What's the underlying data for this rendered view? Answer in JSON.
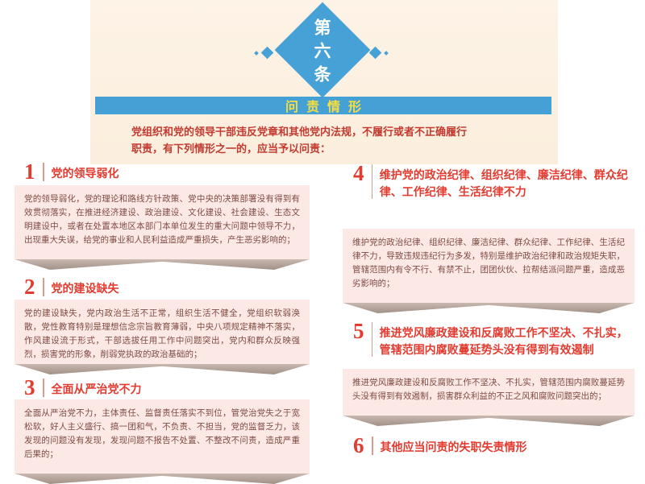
{
  "header": {
    "badge_text": "第六条",
    "banner_title": "问责情形",
    "intro_line1": "党组织和党的领导干部违反党章和其他党内法规，不履行或者不正确履行",
    "intro_line2": "职责，有下列情形之一的，应当予以问责："
  },
  "colors": {
    "accent_blue": "#45a0d6",
    "banner_text_yellow": "#f8de3e",
    "title_red": "#e23c31",
    "intro_red": "#c23b30",
    "body_text": "#7f4b43",
    "body_box_pink": "#fce9e5",
    "fold_taupe": "#a09086",
    "header_cream": "#fdf3e6"
  },
  "items": [
    {
      "number": "1",
      "title": "党的领导弱化",
      "body": "党的领导弱化，党的理论和路线方针政策、党中央的决策部署没有得到有效贯彻落实，在推进经济建设、政治建设、文化建设、社会建设、生态文明建设中，或者在处置本地区本部门本单位发生的重大问题中领导不力，出现重大失误，给党的事业和人民利益造成严重损失，产生恶劣影响的；"
    },
    {
      "number": "2",
      "title": "党的建设缺失",
      "body": "党的建设缺失，党内政治生活不正常，组织生活不健全，党组织软弱涣散，党性教育特别是理想信念宗旨教育薄弱，中央八项规定精神不落实，作风建设流于形式，干部选拔任用工作中问题突出，党内和群众反映强烈，损害党的形象，削弱党执政的政治基础的；"
    },
    {
      "number": "3",
      "title": "全面从严治党不力",
      "body": "全面从严治党不力，主体责任、监督责任落实不到位，管党治党失之于宽松软，好人主义盛行、搞一团和气，不负责、不担当，党的监督乏力，该发现的问题没有发现，发现问题不报告不处置、不整改不问责，造成严重后果的；"
    },
    {
      "number": "4",
      "title": "维护党的政治纪律、组织纪律、廉洁纪律、群众纪律、工作纪律、生活纪律不力",
      "body": "维护党的政治纪律、组织纪律、廉洁纪律、群众纪律、工作纪律、生活纪律不力，导致违规违纪行为多发，特别是维护政治纪律和政治规矩失职，管辖范围内有令不行、有禁不止，团团伙伙、拉帮结派问题严重，造成恶劣影响的；"
    },
    {
      "number": "5",
      "title": "推进党风廉政建设和反腐败工作不坚决、不扎实，管辖范围内腐败蔓延势头没有得到有效遏制",
      "body": "推进党风廉政建设和反腐败工作不坚决、不扎实，管辖范围内腐败蔓延势头没有得到有效遏制，损害群众利益的不正之风和腐败问题突出的；"
    },
    {
      "number": "6",
      "title": "其他应当问责的失职失责情形"
    }
  ]
}
